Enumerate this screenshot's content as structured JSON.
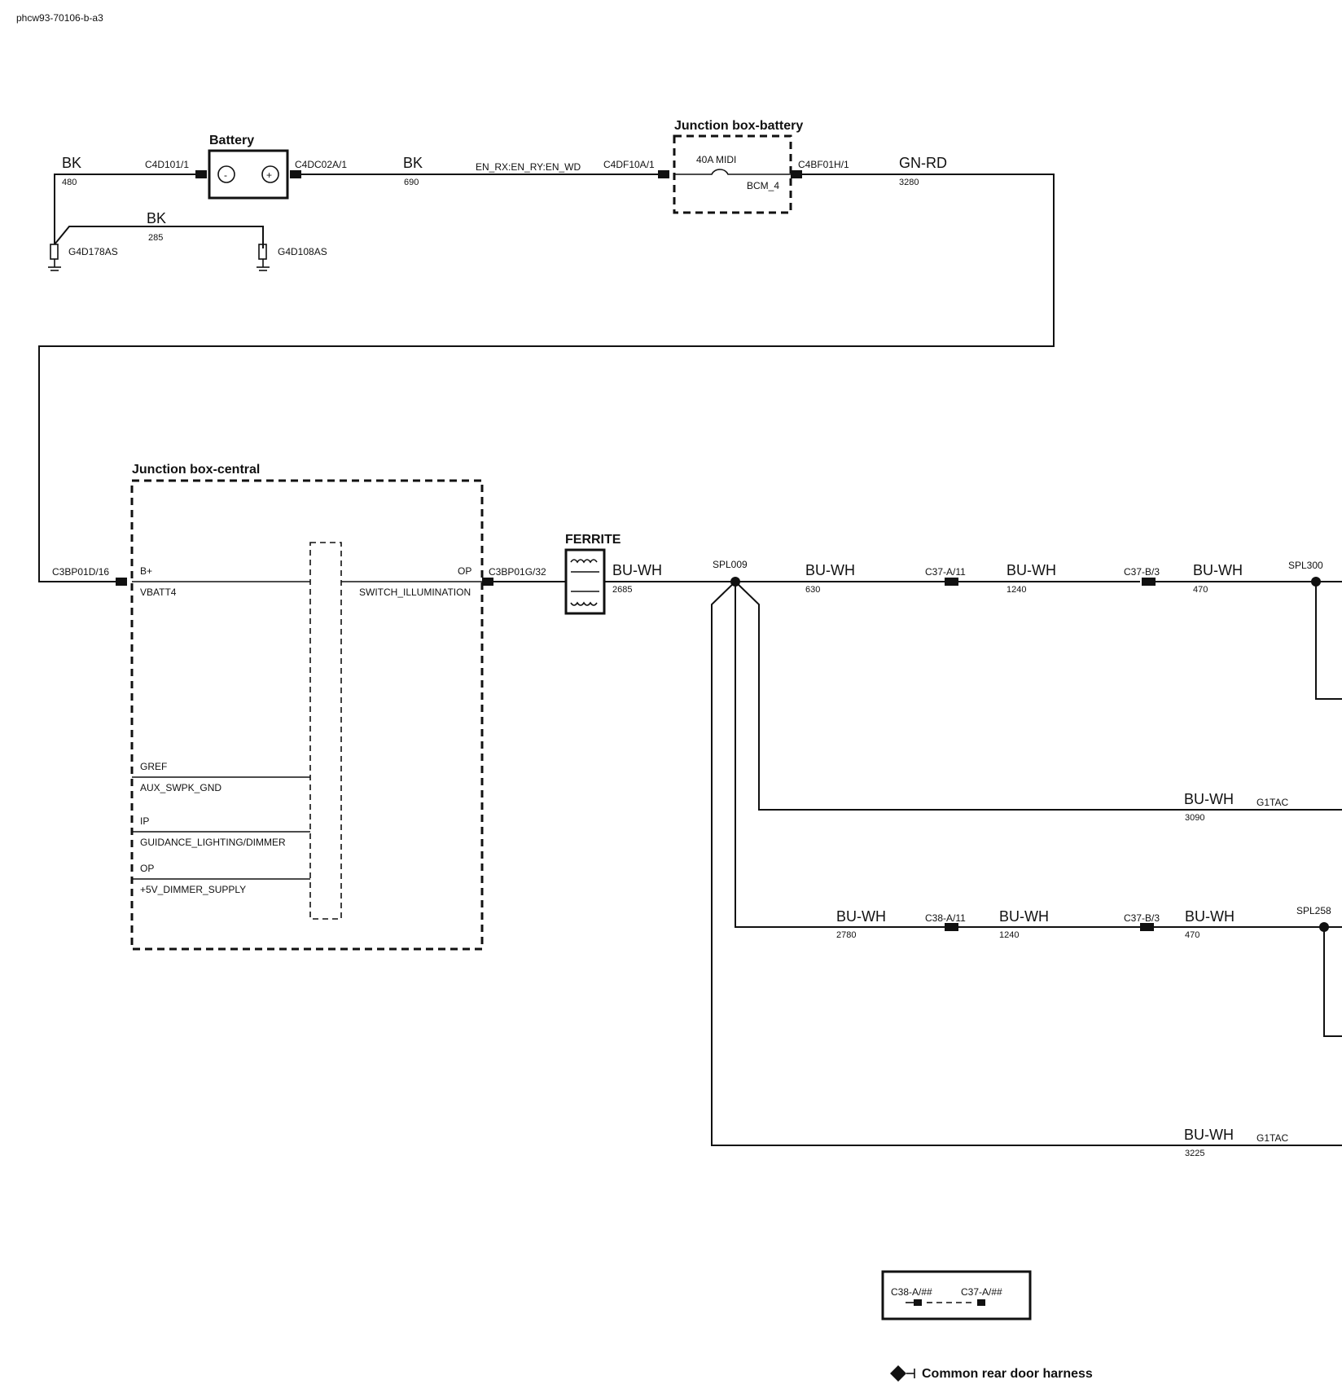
{
  "doc_id": "phcw93-70106-b-a3",
  "battery": {
    "title": "Battery",
    "neg": "-",
    "pos": "+"
  },
  "jb_battery": {
    "title": "Junction box-battery",
    "fuse": "40A MIDI",
    "circuit": "BCM_4"
  },
  "jb_central": {
    "title": "Junction box-central",
    "pins": [
      {
        "pin": "B+",
        "name": "VBATT4"
      },
      {
        "pin": "OP",
        "name": "SWITCH_ILLUMINATION"
      },
      {
        "pin": "GREF",
        "name": "AUX_SWPK_GND"
      },
      {
        "pin": "IP",
        "name": "GUIDANCE_LIGHTING/DIMMER"
      },
      {
        "pin": "OP",
        "name": "+5V_DIMMER_SUPPLY"
      }
    ]
  },
  "ferrite": {
    "label": "FERRITE"
  },
  "connectors": {
    "c4d101": "C4D101/1",
    "c4dc02a": "C4DC02A/1",
    "c4df10a": "C4DF10A/1",
    "c4bf01h": "C4BF01H/1",
    "c3bp01d": "C3BP01D/16",
    "c3bp01g": "C3BP01G/32",
    "c37a11": "C37-A/11",
    "c37b3": "C37-B/3",
    "c38a11": "C38-A/11"
  },
  "grounds": {
    "g1": "G4D178AS",
    "g2": "G4D108AS"
  },
  "net_label": "EN_RX:EN_RY:EN_WD",
  "splices": {
    "spl009": "SPL009",
    "spl300": "SPL300",
    "spl258": "SPL258"
  },
  "destinations": {
    "g1tac": "G1TAC"
  },
  "wires": [
    {
      "color": "BK",
      "length": "480"
    },
    {
      "color": "BK",
      "length": "285"
    },
    {
      "color": "BK",
      "length": "690"
    },
    {
      "color": "GN-RD",
      "length": "3280"
    },
    {
      "color": "BU-WH",
      "length": "2685"
    },
    {
      "color": "BU-WH",
      "length": "630"
    },
    {
      "color": "BU-WH",
      "length": "1240"
    },
    {
      "color": "BU-WH",
      "length": "470"
    },
    {
      "color": "BU-WH",
      "length": "3090"
    },
    {
      "color": "BU-WH",
      "length": "2780"
    },
    {
      "color": "BU-WH",
      "length": "1240"
    },
    {
      "color": "BU-WH",
      "length": "470"
    },
    {
      "color": "BU-WH",
      "length": "3225"
    }
  ],
  "legend": {
    "left": "C38-A/##",
    "right": "C37-A/##"
  },
  "footnote": "Common rear door harness"
}
